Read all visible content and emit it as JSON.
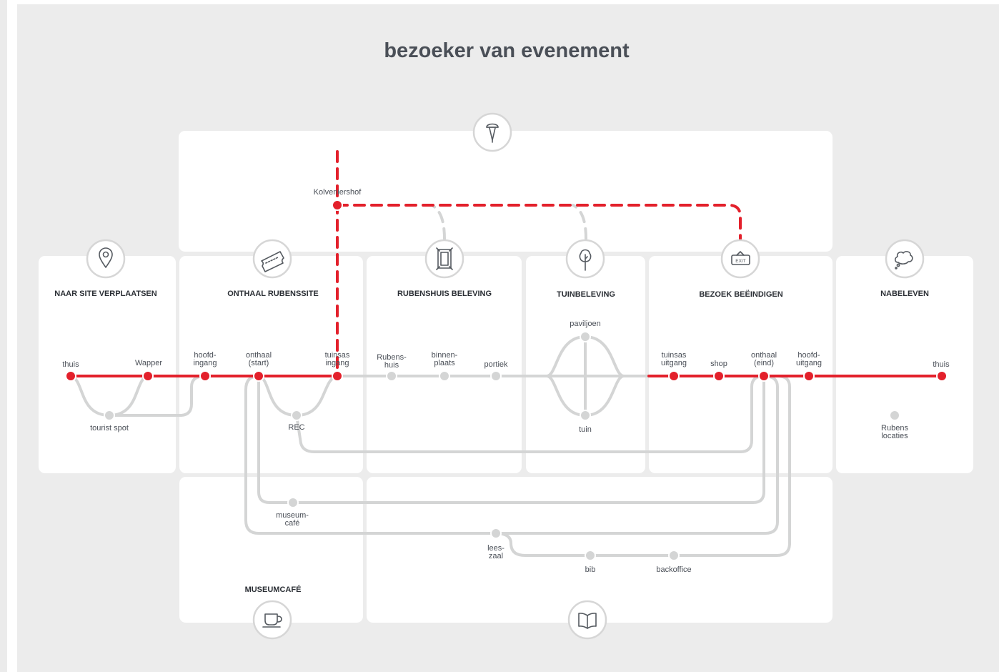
{
  "title": "bezoeker van evenement",
  "colors": {
    "accent": "#e3202b",
    "track": "#d4d5d5",
    "panel": "#ffffff",
    "background": "#ececec",
    "label": "#4a4f57"
  },
  "sections": [
    {
      "title": "NAAR SITE VERPLAATSEN",
      "icon": "map-pin-icon"
    },
    {
      "title": "ONTHAAL RUBENSSITE",
      "icon": "ticket-icon"
    },
    {
      "title": "RUBENSHUIS BELEVING",
      "icon": "painting-frame-icon"
    },
    {
      "title": "TUINBELEVING",
      "icon": "tree-icon"
    },
    {
      "title": "BEZOEK BEËINDIGEN",
      "icon": "exit-sign-icon"
    },
    {
      "title": "NABELEVEN",
      "icon": "thought-cloud-icon"
    },
    {
      "title": "MUSEUMCAFÉ",
      "icon": "coffee-cup-icon"
    },
    {
      "title": "",
      "icon": "book-icon"
    },
    {
      "title": "",
      "icon": "microphone-icon"
    }
  ],
  "exit_sign_text": "EXIT",
  "stops": {
    "thuis_start": "thuis",
    "wapper": "Wapper",
    "tourist_spot": "tourist spot",
    "hoofdingang": [
      "hoofd-",
      "ingang"
    ],
    "onthaal_start": [
      "onthaal",
      "(start)"
    ],
    "rec": "REC",
    "tuinsas_ingang": [
      "tuinsas",
      "ingang"
    ],
    "kolveniershof": "Kolveniershof",
    "rubenshuis": [
      "Rubens-",
      "huis"
    ],
    "binnenplaats": [
      "binnen-",
      "plaats"
    ],
    "portiek": "portiek",
    "paviljoen": "paviljoen",
    "tuin": "tuin",
    "tuinsas_uitgang": [
      "tuinsas",
      "uitgang"
    ],
    "shop": "shop",
    "onthaal_eind": [
      "onthaal",
      "(eind)"
    ],
    "hoofduitgang": [
      "hoofd-",
      "uitgang"
    ],
    "thuis_end": "thuis",
    "rubens_locaties": [
      "Rubens",
      "locaties"
    ],
    "museumcafe": [
      "museum-",
      "café"
    ],
    "leeszaal": [
      "lees-",
      "zaal"
    ],
    "bib": "bib",
    "backoffice": "backoffice"
  }
}
